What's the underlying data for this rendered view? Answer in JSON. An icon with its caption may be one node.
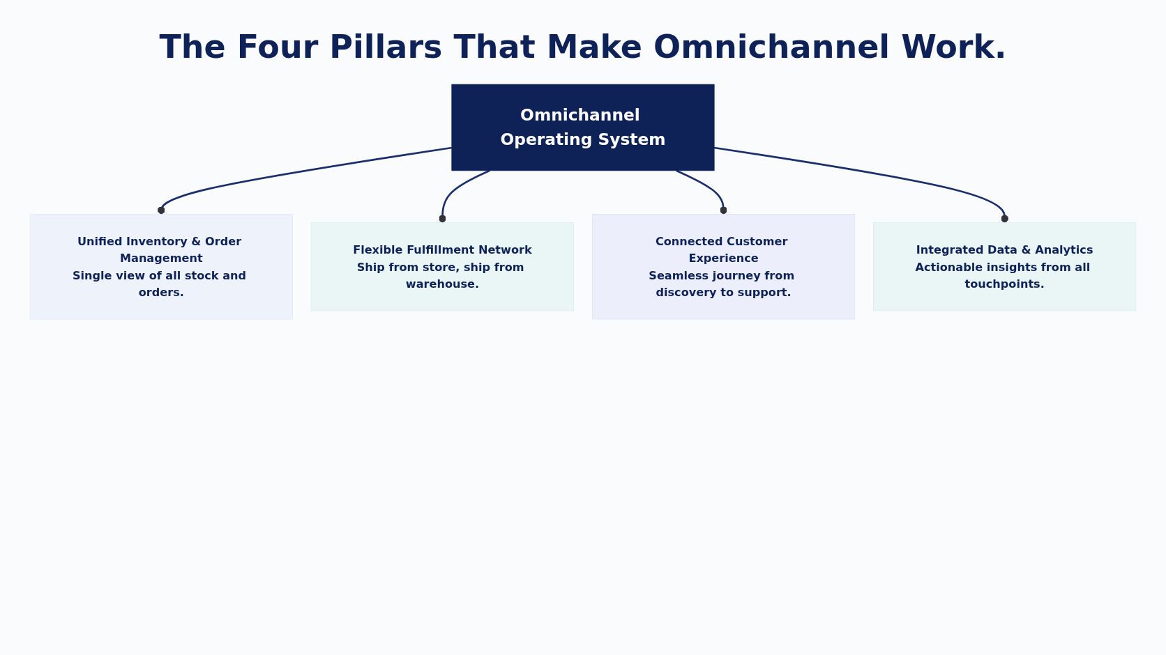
{
  "diagram": {
    "title": "The Four Pillars That Make Omnichannel Work.",
    "nodes": [
      {
        "text": [
          "Omnichannel Operating System"
        ]
      },
      {
        "text": [
          "Unified Inventory & Order Management",
          "Single view of all stock and orders."
        ]
      },
      {
        "text": [
          "Flexible Fulfillment Network",
          "Ship from store, ship from warehouse."
        ]
      },
      {
        "text": [
          "Connected Customer Experience",
          "Seamless journey from discovery to support."
        ]
      },
      {
        "text": [
          "Integrated Data & Analytics",
          "Actionable insights from all touchpoints."
        ]
      }
    ],
    "edges": [
      {
        "from": 0,
        "to": 1,
        "arrow": "other"
      },
      {
        "from": 0,
        "to": 2,
        "arrow": "other"
      },
      {
        "from": 0,
        "to": 3,
        "arrow": "other"
      },
      {
        "from": 0,
        "to": 4,
        "arrow": "other"
      }
    ]
  }
}
